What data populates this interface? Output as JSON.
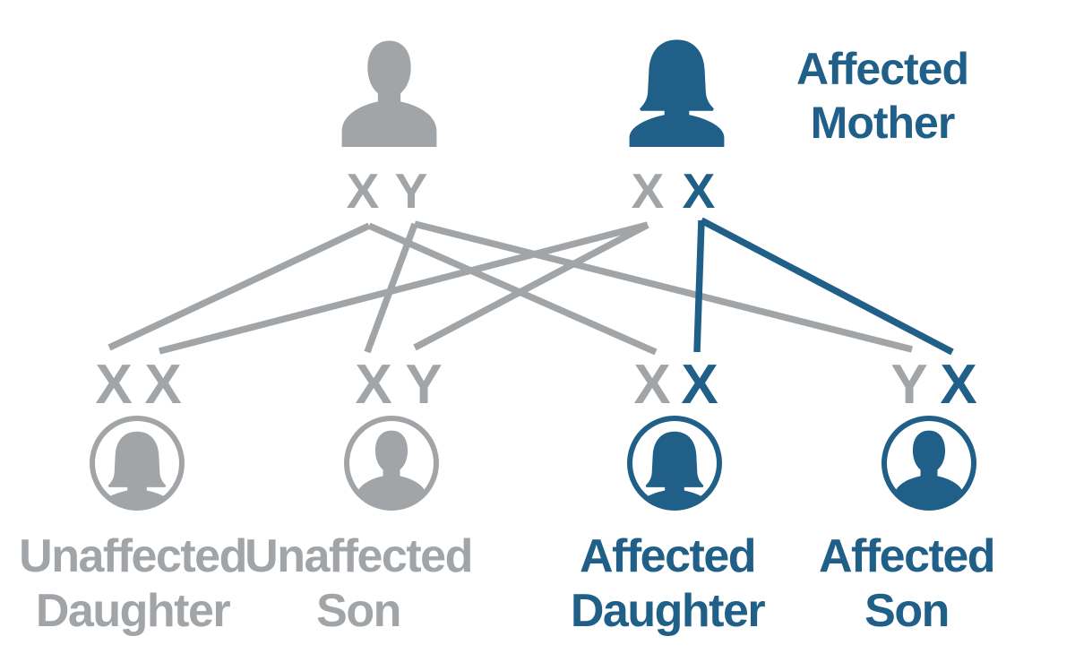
{
  "title": "X-linked inheritance pedigree with affected mother",
  "colors": {
    "affected": "#1f5f88",
    "unaffected": "#a2a5a8",
    "background": "#ffffff"
  },
  "parents": {
    "father": {
      "status": "unaffected",
      "sex": "male",
      "genotype": {
        "allele1": {
          "letter": "X",
          "status": "unaffected"
        },
        "allele2": {
          "letter": "Y",
          "status": "unaffected"
        }
      }
    },
    "mother": {
      "status": "affected",
      "sex": "female",
      "caption_line1": "Affected",
      "caption_line2": "Mother",
      "genotype": {
        "allele1": {
          "letter": "X",
          "status": "unaffected"
        },
        "allele2": {
          "letter": "X",
          "status": "affected"
        }
      }
    }
  },
  "children": [
    {
      "caption_line1": "Unaffected",
      "caption_line2": "Daughter",
      "sex": "female",
      "status": "unaffected",
      "genotype": {
        "allele1": {
          "letter": "X",
          "status": "unaffected"
        },
        "allele2": {
          "letter": "X",
          "status": "unaffected"
        }
      }
    },
    {
      "caption_line1": "Unaffected",
      "caption_line2": "Son",
      "sex": "male",
      "status": "unaffected",
      "genotype": {
        "allele1": {
          "letter": "X",
          "status": "unaffected"
        },
        "allele2": {
          "letter": "Y",
          "status": "unaffected"
        }
      }
    },
    {
      "caption_line1": "Affected",
      "caption_line2": "Daughter",
      "sex": "female",
      "status": "affected",
      "genotype": {
        "allele1": {
          "letter": "X",
          "status": "unaffected"
        },
        "allele2": {
          "letter": "X",
          "status": "affected"
        }
      }
    },
    {
      "caption_line1": "Affected",
      "caption_line2": "Son",
      "sex": "male",
      "status": "affected",
      "genotype": {
        "allele1": {
          "letter": "Y",
          "status": "unaffected"
        },
        "allele2": {
          "letter": "X",
          "status": "affected"
        }
      }
    }
  ],
  "connections": [
    {
      "from": "father-x",
      "to": "child1-x1",
      "status": "unaffected"
    },
    {
      "from": "father-x",
      "to": "child3-x1",
      "status": "unaffected"
    },
    {
      "from": "father-y",
      "to": "child2-x",
      "status": "unaffected"
    },
    {
      "from": "father-y",
      "to": "child4-y",
      "status": "unaffected"
    },
    {
      "from": "mother-x1",
      "to": "child1-x2",
      "status": "unaffected"
    },
    {
      "from": "mother-x1",
      "to": "child2-y",
      "status": "unaffected"
    },
    {
      "from": "mother-x2",
      "to": "child3-x2",
      "status": "affected"
    },
    {
      "from": "mother-x2",
      "to": "child4-x",
      "status": "affected"
    }
  ]
}
